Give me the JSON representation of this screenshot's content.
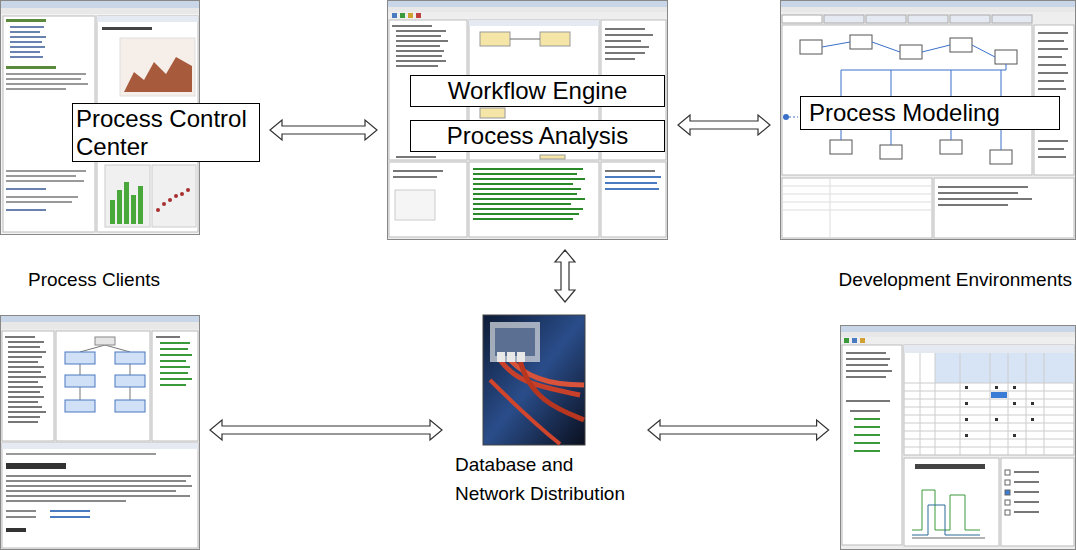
{
  "diagram": {
    "nodes": [
      {
        "text": [
          "Process Control Center"
        ]
      },
      {
        "text": [
          "Workflow Engine",
          "Process Analysis"
        ]
      },
      {
        "text": [
          "Process Modeling"
        ]
      },
      {
        "text": [
          "Process Clients"
        ]
      },
      {
        "text": [
          "Development Environments"
        ]
      },
      {
        "text": [
          "Database and Network Distribution"
        ]
      }
    ],
    "edges": [
      {
        "from": 0,
        "to": 1,
        "arrow": "both"
      },
      {
        "from": 1,
        "to": 2,
        "arrow": "both"
      },
      {
        "from": 1,
        "to": 5,
        "arrow": "both"
      },
      {
        "from": 3,
        "to": 5,
        "arrow": "both"
      },
      {
        "from": 5,
        "to": 4,
        "arrow": "both"
      }
    ]
  }
}
